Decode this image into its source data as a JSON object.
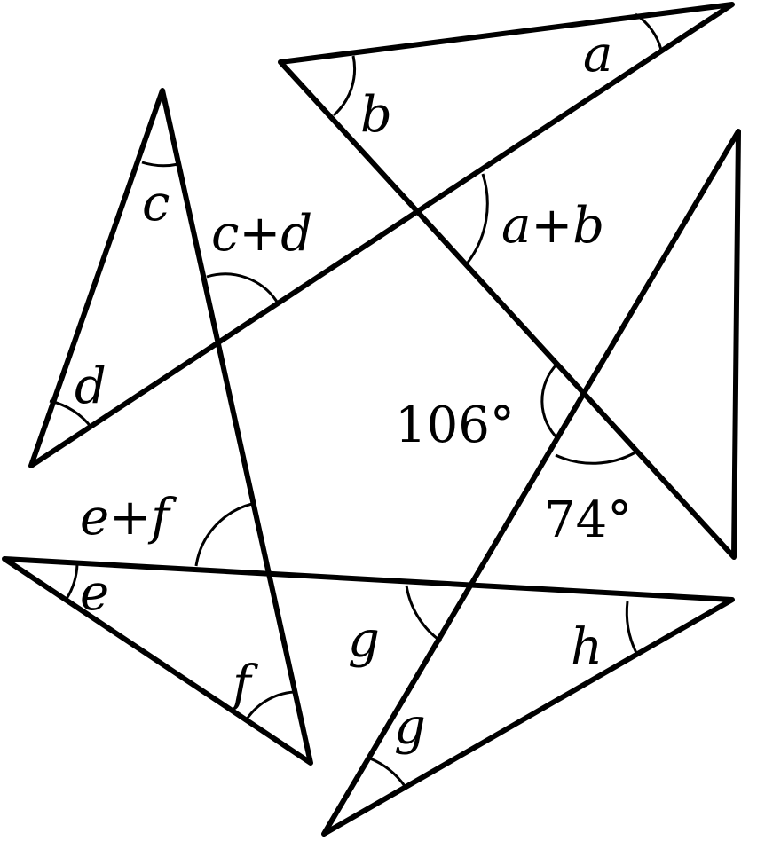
{
  "labels": {
    "a": "a",
    "b": "b",
    "a_plus_b": "a+b",
    "c": "c",
    "d": "d",
    "c_plus_d": "c+d",
    "e": "e",
    "f": "f",
    "e_plus_f": "e+f",
    "g_top": "g",
    "g_bottom": "g",
    "h": "h",
    "angle_106": "106°",
    "angle_74": "74°"
  }
}
